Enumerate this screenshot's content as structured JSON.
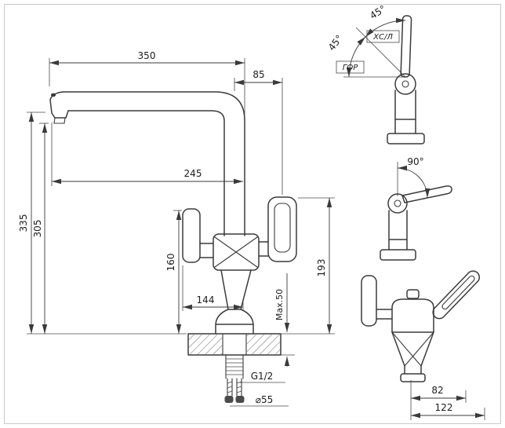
{
  "colors": {
    "line": "#3a3a3a",
    "background": "#ffffff",
    "border": "#c9c9c9"
  },
  "main_view": {
    "d350": "350",
    "d85": "85",
    "d245": "245",
    "d335": "335",
    "d305": "305",
    "d160": "160",
    "d144": "144",
    "dmax50": "Max.50",
    "d193": "193",
    "thread": "G1/2",
    "diameter": "⌀55"
  },
  "top_view": {
    "angle_upper": "45°",
    "angle_lower": "45°",
    "label_mix": "ХС/Л",
    "label_hot": "ГОР"
  },
  "middle_view": {
    "angle": "90°"
  },
  "front_view": {
    "d82": "82",
    "d122": "122"
  }
}
